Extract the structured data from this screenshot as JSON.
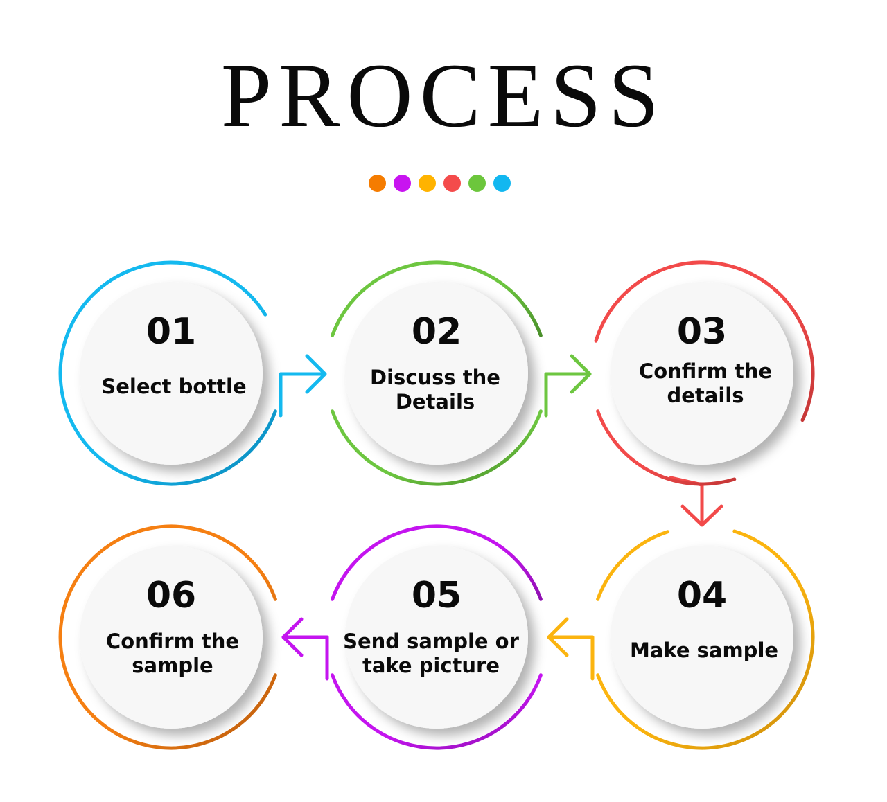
{
  "title": "PROCESS",
  "dots": [
    "#f57c00",
    "#c814f0",
    "#ffb300",
    "#f44b4b",
    "#6cc63c",
    "#12b7f0"
  ],
  "steps": [
    {
      "number": "01",
      "lines": [
        "Select bottle"
      ],
      "color": "#14b9ef",
      "dark": "#0a86b8"
    },
    {
      "number": "02",
      "lines": [
        "Discuss the",
        "Details"
      ],
      "color": "#6dc640",
      "dark": "#4a8f2a"
    },
    {
      "number": "03",
      "lines": [
        "Confirm the",
        "details"
      ],
      "color": "#f24a4a",
      "dark": "#c43636"
    },
    {
      "number": "04",
      "lines": [
        "Make sample"
      ],
      "color": "#fbb40f",
      "dark": "#c98a0a"
    },
    {
      "number": "05",
      "lines": [
        "Send sample or",
        "take picture"
      ],
      "color": "#c414ef",
      "dark": "#8e0fb0"
    },
    {
      "number": "06",
      "lines": [
        "Confirm the",
        "sample"
      ],
      "color": "#f57f12",
      "dark": "#b85a0c"
    }
  ]
}
